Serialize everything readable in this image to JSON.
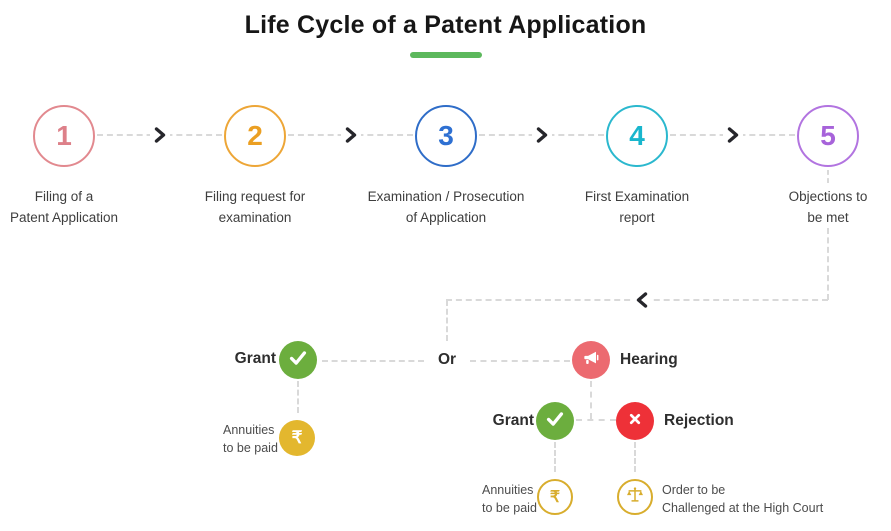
{
  "title": "Life Cycle of a Patent Application",
  "steps": [
    {
      "number": "1",
      "label": "Filing of a\nPatent Application",
      "color": "#e2898f"
    },
    {
      "number": "2",
      "label": "Filing request for\nexamination",
      "color": "#eda637"
    },
    {
      "number": "3",
      "label": "Examination / Prosecution\nof Application",
      "color": "#2f6dc8"
    },
    {
      "number": "4",
      "label": "First Examination\nreport",
      "color": "#2bb8ce"
    },
    {
      "number": "5",
      "label": "Objections to\nbe met",
      "color": "#b274e0"
    }
  ],
  "flow": {
    "grant1_label": "Grant",
    "or_label": "Or",
    "hearing_label": "Hearing",
    "grant2_label": "Grant",
    "rejection_label": "Rejection",
    "annuities1_label": "Annuities\nto be paid",
    "annuities2_label": "Annuities\nto be paid",
    "order_label": "Order to be\nChallenged at the High Court",
    "rupee_symbol": "₹"
  },
  "icons": {
    "check": "check-icon",
    "megaphone": "megaphone-icon",
    "cross": "cross-icon",
    "rupee": "rupee-icon",
    "scales": "scales-of-justice-icon",
    "arrow_right": "chevron-right-icon",
    "arrow_left": "chevron-left-icon"
  },
  "colors": {
    "title_text": "#161616",
    "accent_underline": "#5cb85c",
    "dashed_line": "#d9d9d9",
    "arrow": "#26262b",
    "grant_green": "#6cae3e",
    "hearing_salmon": "#ec6a70",
    "rejection_red": "#ee3138",
    "annuity_gold": "#e3b72e",
    "outline_gold": "#d8ad2d"
  }
}
